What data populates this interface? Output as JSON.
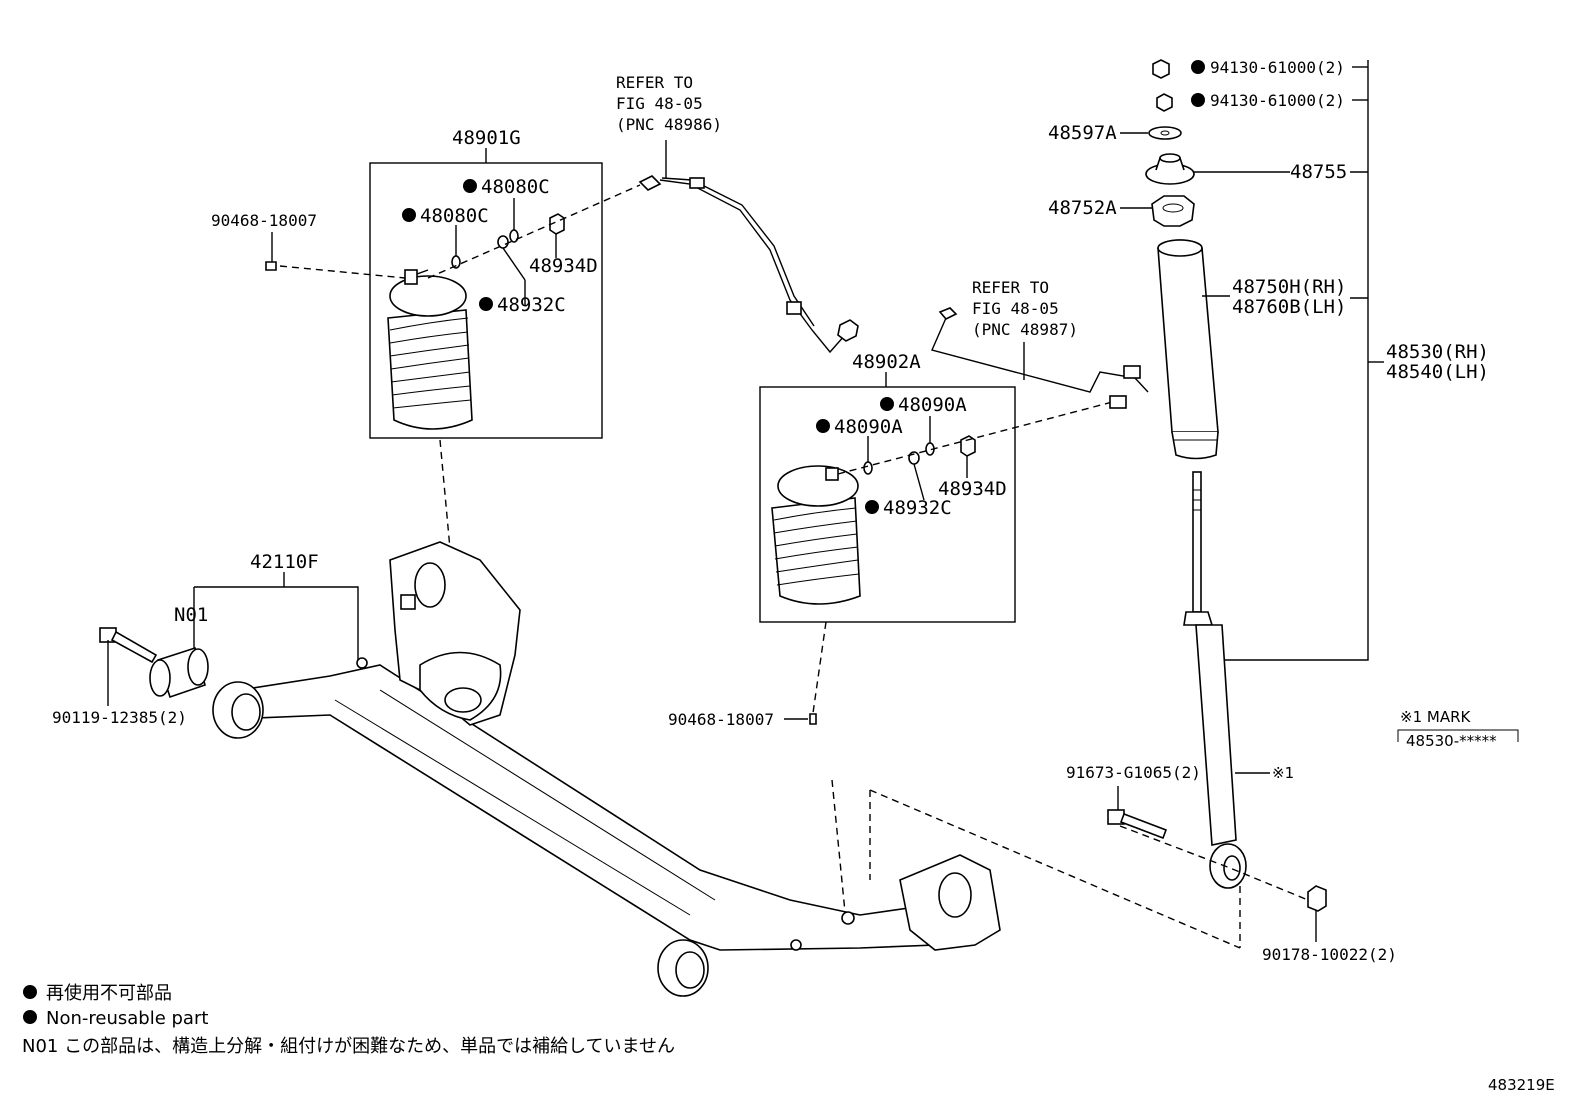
{
  "figure_id": "483219E",
  "refer_labels": [
    [
      "REFER TO",
      "FIG 48-05",
      "(PNC 48986)"
    ],
    [
      "REFER TO",
      "FIG 48-05",
      "(PNC 48987)"
    ]
  ],
  "parts": {
    "p48901G": "48901G",
    "p48080C_a": "48080C",
    "p48080C_b": "48080C",
    "p48934D_a": "48934D",
    "p48932C_a": "48932C",
    "p90468_a": "90468-18007",
    "p48902A": "48902A",
    "p48090A_a": "48090A",
    "p48090A_b": "48090A",
    "p48934D_b": "48934D",
    "p48932C_b": "48932C",
    "p90468_b": "90468-18007",
    "p42110F": "42110F",
    "pN01": "N01",
    "p90119": "90119-12385(2)",
    "p94130_a": "94130-61000(2)",
    "p94130_b": "94130-61000(2)",
    "p48597A": "48597A",
    "p48755": "48755",
    "p48752A": "48752A",
    "p48750H": "48750H(RH)",
    "p48760B": "48760B(LH)",
    "p48530": "48530(RH)",
    "p48540": "48540(LH)",
    "p91673": "91673-G1065(2)",
    "p90178": "90178-10022(2)",
    "p_mark1": "※1"
  },
  "mark_box": {
    "title": "※1 MARK",
    "value": "48530-*****"
  },
  "legend": {
    "line1": "再使用不可部品",
    "line2": "Non-reusable part",
    "line3": "N01 この部品は、構造上分解・組付けが困難なため、単品では補給していません"
  }
}
